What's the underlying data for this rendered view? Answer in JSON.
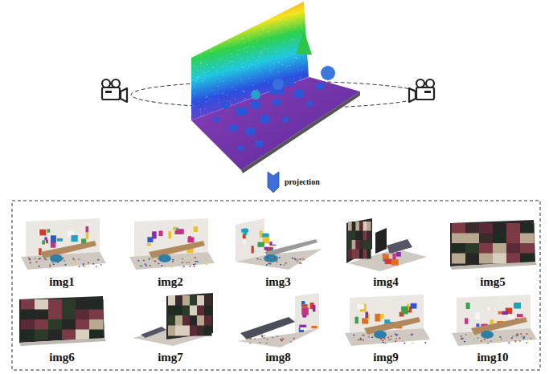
{
  "diagram": {
    "labels": [
      "projection",
      "img1",
      "img2",
      "img3",
      "img4",
      "img5",
      "img6",
      "img7",
      "img8",
      "img9",
      "img10"
    ]
  }
}
